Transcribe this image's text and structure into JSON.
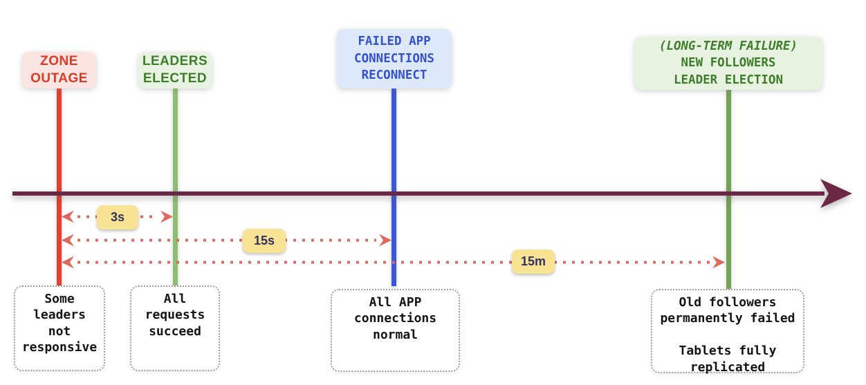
{
  "diagram": {
    "type": "timeline",
    "events": [
      {
        "id": "zone-outage",
        "label": "ZONE\nOUTAGE",
        "note": "Some\nleaders\nnot\nresponsive"
      },
      {
        "id": "leaders-elected",
        "label": "LEADERS\nELECTED",
        "note": "All\nrequests\nsucceed"
      },
      {
        "id": "failed-app-connections-reconnect",
        "label": "FAILED APP\nCONNECTIONS\nRECONNECT",
        "note": "All APP\nconnections\nnormal"
      },
      {
        "id": "new-followers-leader-election",
        "label_prefix": "(LONG-TERM FAILURE)",
        "label": "NEW FOLLOWERS\nLEADER ELECTION",
        "note": "Old followers\npermanently failed\n\nTablets fully\nreplicated"
      }
    ],
    "intervals": [
      {
        "from": "zone-outage",
        "to": "leaders-elected",
        "duration": "3s"
      },
      {
        "from": "zone-outage",
        "to": "failed-app-connections-reconnect",
        "duration": "15s"
      },
      {
        "from": "zone-outage",
        "to": "new-followers-leader-election",
        "duration": "15m"
      }
    ]
  },
  "colors": {
    "timeline_axis": "#6b2746",
    "zone_outage_line": "#e2402e",
    "leaders_elected_line": "#90bd74",
    "reconnect_line": "#3b57d6",
    "long_term_line": "#74a355",
    "interval_arrow": "#df695f",
    "badge_bg": "#f8e294",
    "badge_text": "#32305c"
  }
}
